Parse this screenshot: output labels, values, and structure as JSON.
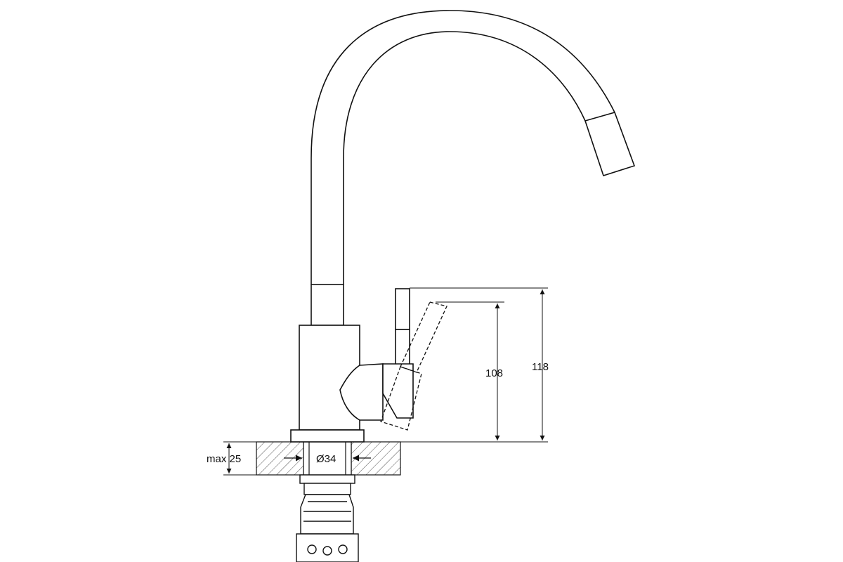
{
  "colors": {
    "background": "#ffffff",
    "line": "#111111",
    "hatch": "#555555"
  },
  "dimensions": {
    "height_total": "118",
    "height_spout": "108",
    "diameter": "Ø34",
    "counter_thickness": "max 25"
  }
}
